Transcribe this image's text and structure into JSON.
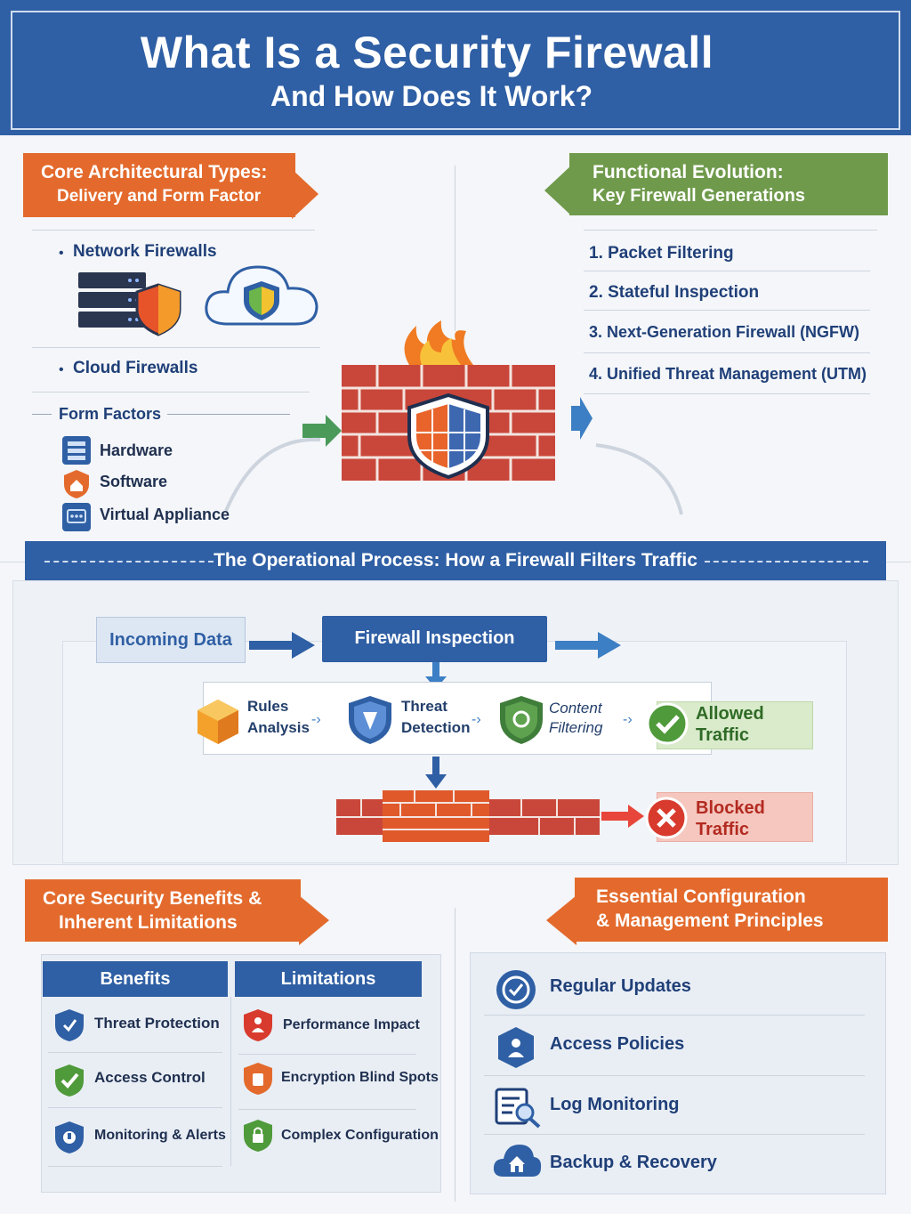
{
  "header": {
    "title": "What Is a Security Firewall",
    "subtitle": "And How Does It Work?"
  },
  "architecture": {
    "banner_line1": "Core Architectural Types:",
    "banner_line2": "Delivery and Form Factor",
    "network": "Network Firewalls",
    "cloud": "Cloud Firewalls",
    "form_factors_title": "Form Factors",
    "form_factors": [
      "Hardware",
      "Software",
      "Virtual Appliance"
    ]
  },
  "evolution": {
    "banner_line1": "Functional Evolution:",
    "banner_line2": "Key Firewall Generations",
    "generations": [
      "1. Packet Filtering",
      "2. Stateful Inspection",
      "3. Next-Generation Firewall (NGFW)",
      "4. Unified Threat Management (UTM)"
    ]
  },
  "process": {
    "title": "The Operational Process: How a Firewall Filters Traffic",
    "incoming": "Incoming Data",
    "inspection": "Firewall Inspection",
    "rules_1": "Rules",
    "rules_2": "Analysis",
    "threat_1": "Threat",
    "threat_2": "Detection",
    "content_1": "Content",
    "content_2": "Filtering",
    "allowed_1": "Allowed",
    "allowed_2": "Traffic",
    "blocked_1": "Blocked",
    "blocked_2": "Traffic"
  },
  "benefits": {
    "banner_line1": "Core Security Benefits &",
    "banner_line2": "Inherent Limitations",
    "benefits_head": "Benefits",
    "limitations_head": "Limitations",
    "benefits_items": [
      "Threat Protection",
      "Access Control",
      "Monitoring & Alerts"
    ],
    "limitations_items": [
      "Performance Impact",
      "Encryption Blind Spots",
      "Complex Configuration"
    ]
  },
  "config": {
    "banner_line1": "Essential Configuration",
    "banner_line2": "& Management Principles",
    "items": [
      "Regular Updates",
      "Access Policies",
      "Log Monitoring",
      "Backup & Recovery"
    ]
  },
  "colors": {
    "primary_blue": "#2f5fa4",
    "accent_orange": "#e36a2c",
    "accent_green": "#6f9a4b",
    "allowed_green": "#4f9a3a",
    "blocked_red": "#d83b2d"
  }
}
